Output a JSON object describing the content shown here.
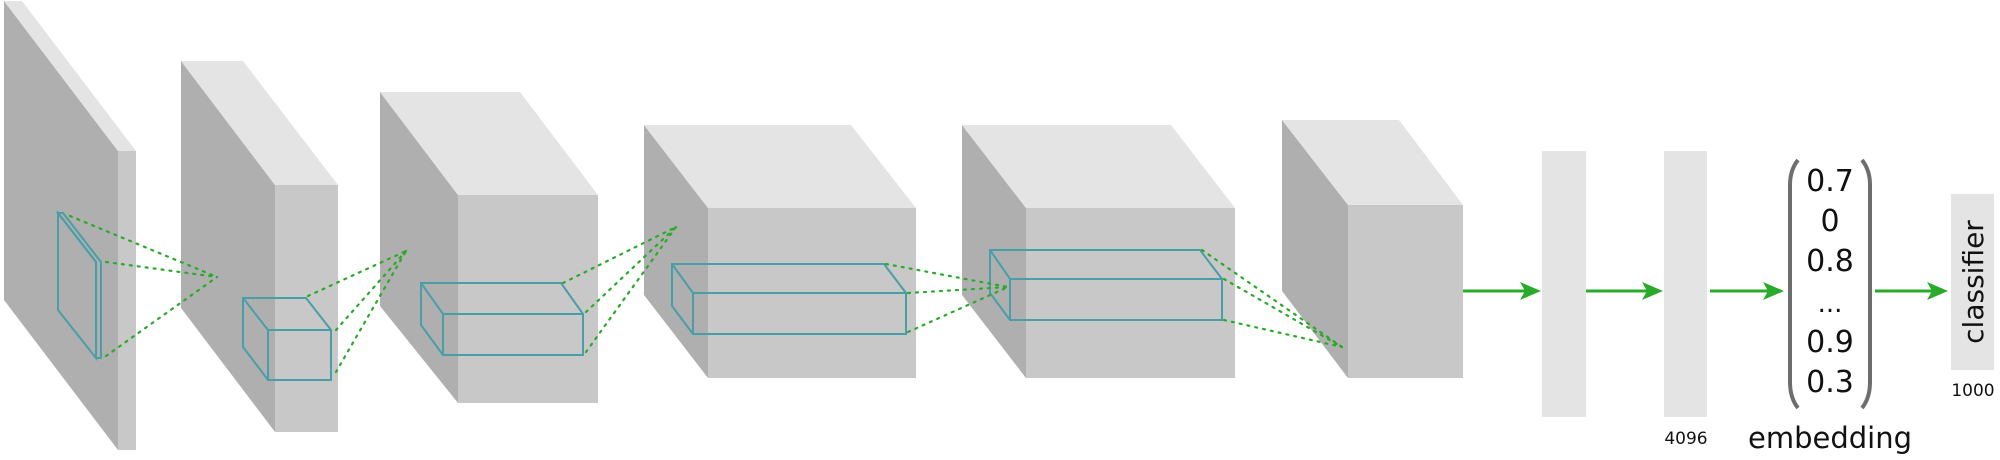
{
  "layers": {
    "fc2_size": "4096",
    "embedding_label": "embedding",
    "embedding_values": [
      "0.7",
      "0",
      "0.8",
      "...",
      "0.9",
      "0.3"
    ],
    "classifier_label": "classifier",
    "classifier_size": "1000"
  },
  "colors": {
    "arrow": "#2aaa2a",
    "kernel": "#4a9ea8",
    "block_side": "#afafaf",
    "block_top": "#e4e4e4",
    "block_front": "#c8c8c8"
  }
}
